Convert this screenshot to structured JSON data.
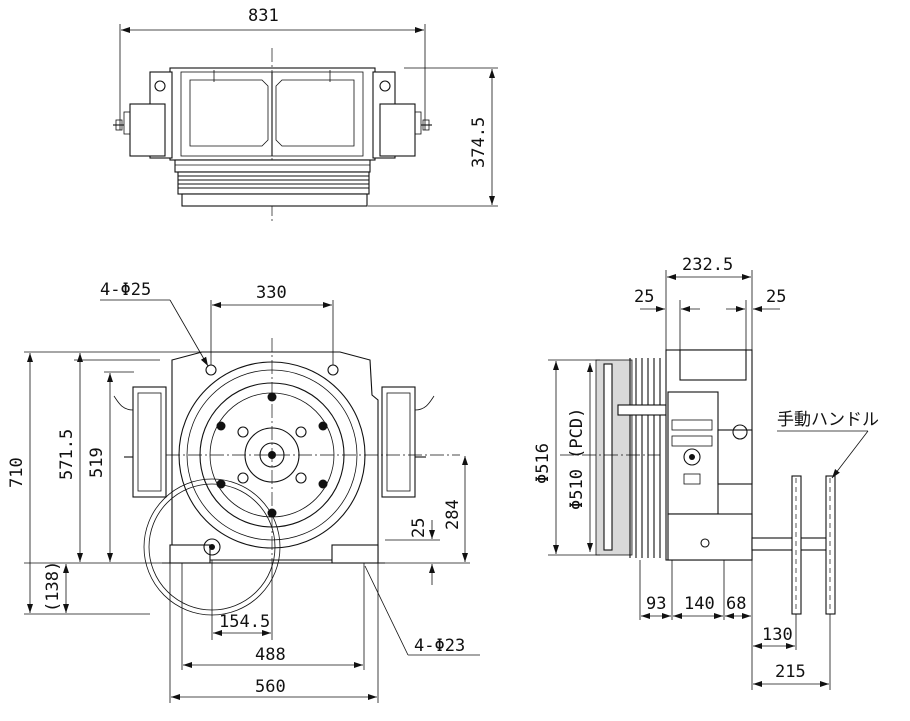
{
  "top_view": {
    "width_label": "831",
    "height_label": "374.5"
  },
  "front_view": {
    "holes_top_label": "4-Φ25",
    "top_width_label": "330",
    "overall_height_label": "710",
    "height_label_1": "571.5",
    "height_label_2": "519",
    "bottom_offset_label": "(138)",
    "right_height_label": "284",
    "right_small_label": "25",
    "offset_label": "154.5",
    "base_width_1": "488",
    "base_width_2": "560",
    "holes_bottom_label": "4-Φ23"
  },
  "side_view": {
    "top_width_label": "232.5",
    "left_margin_label": "25",
    "right_margin_label": "25",
    "diameter_label": "Φ516",
    "pcd_label": "Φ510 (PCD)",
    "bottom_label_1": "93",
    "bottom_label_2": "140",
    "bottom_label_3": "68",
    "handle_label_1": "130",
    "handle_label_2": "215",
    "handle_name": "手動ハンドル"
  }
}
